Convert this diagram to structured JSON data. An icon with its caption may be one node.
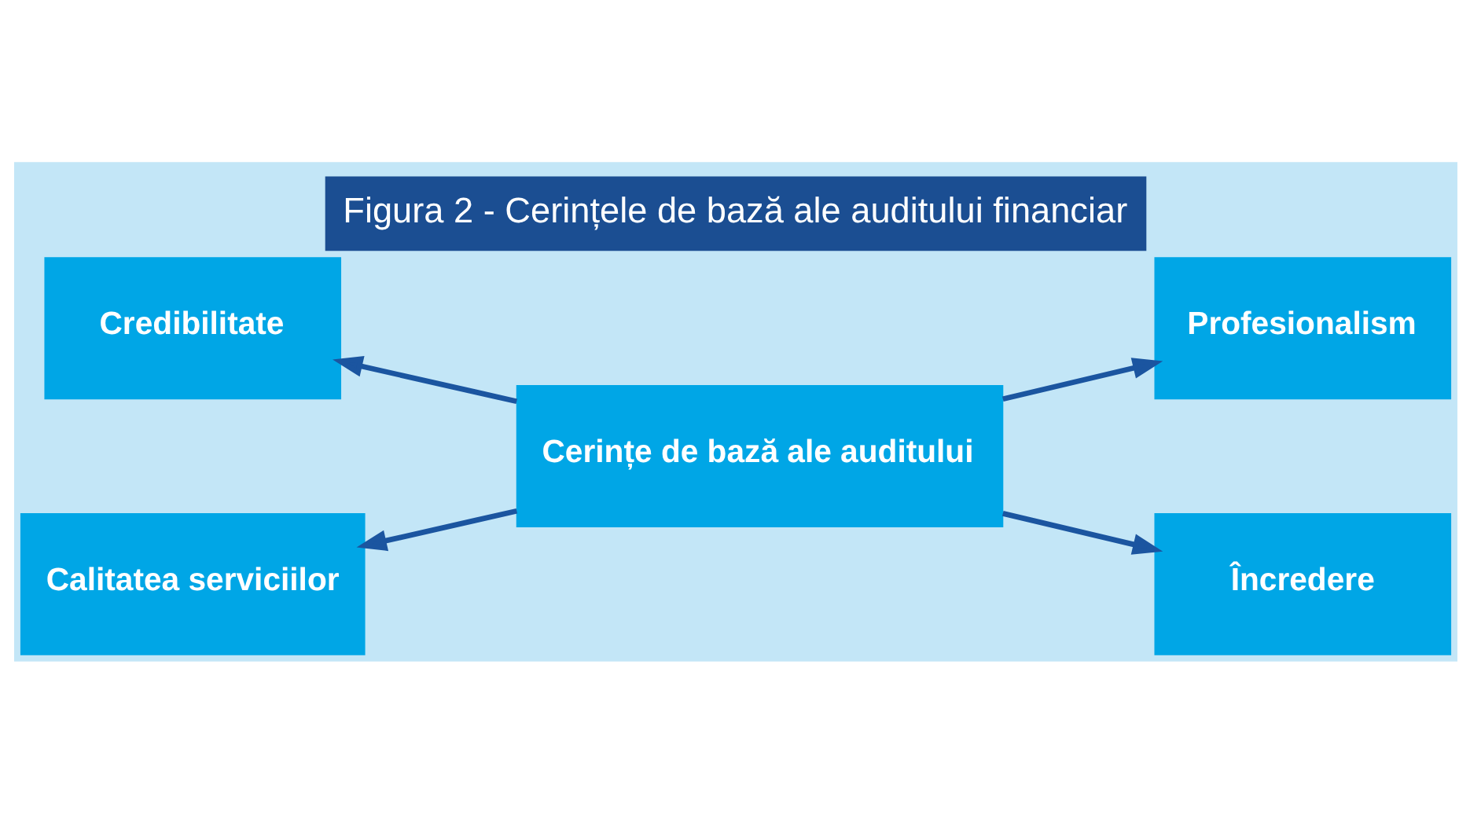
{
  "diagram": {
    "title": "Figura 2 - Cerințele de bază ale auditului financiar",
    "nodes": [
      {
        "text": [
          "Credibilitate"
        ]
      },
      {
        "text": [
          "Profesionalism"
        ]
      },
      {
        "text": [
          "Cerințe de bază ale auditului"
        ]
      },
      {
        "text": [
          "Calitatea serviciilor"
        ]
      },
      {
        "text": [
          "Încredere"
        ]
      }
    ],
    "edges": [
      {
        "from": 2,
        "to": 0,
        "arrow": "to"
      },
      {
        "from": 2,
        "to": 1,
        "arrow": "to"
      },
      {
        "from": 2,
        "to": 3,
        "arrow": "to"
      },
      {
        "from": 2,
        "to": 4,
        "arrow": "to"
      }
    ]
  }
}
